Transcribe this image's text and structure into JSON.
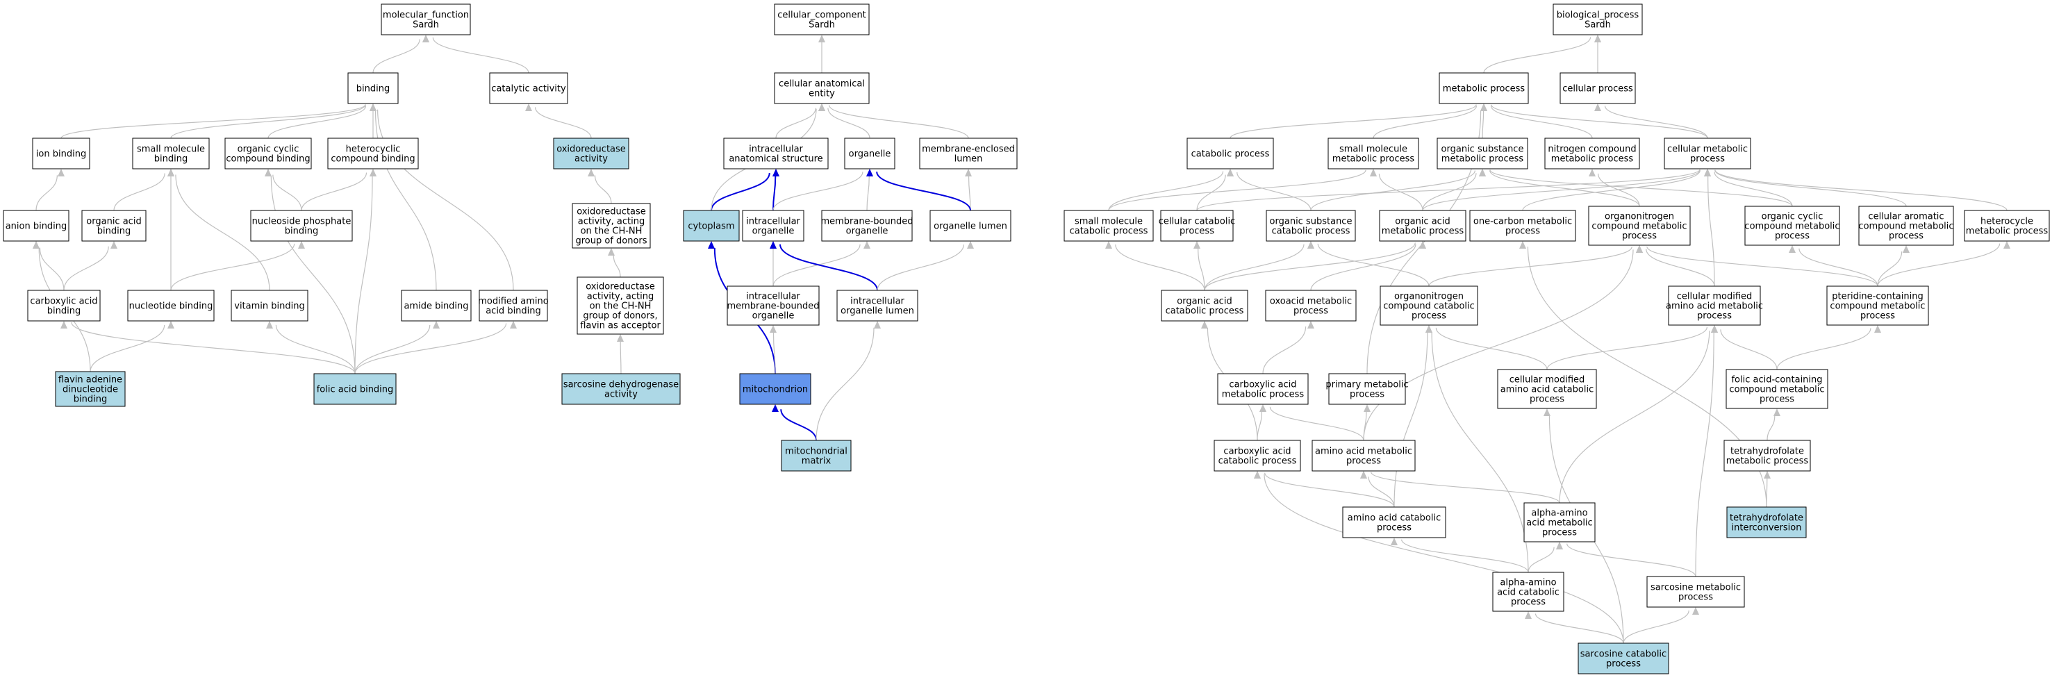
{
  "colors": {
    "default_fill": "#ffffff",
    "query_fill": "#add8e6",
    "focus_fill": "#6495ed",
    "edge": "#c0c0c0",
    "highlight_edge": "#0000dd"
  },
  "nodes": [
    {
      "id": "mf",
      "lines": [
        "molecular_function",
        "Sardh"
      ],
      "style": "default"
    },
    {
      "id": "binding",
      "lines": [
        "binding"
      ],
      "style": "default"
    },
    {
      "id": "catact",
      "lines": [
        "catalytic activity"
      ],
      "style": "default"
    },
    {
      "id": "ionb",
      "lines": [
        "ion binding"
      ],
      "style": "default"
    },
    {
      "id": "smb",
      "lines": [
        "small molecule",
        "binding"
      ],
      "style": "default"
    },
    {
      "id": "occb",
      "lines": [
        "organic cyclic",
        "compound binding"
      ],
      "style": "default"
    },
    {
      "id": "hcb",
      "lines": [
        "heterocyclic",
        "compound binding"
      ],
      "style": "default"
    },
    {
      "id": "oxred",
      "lines": [
        "oxidoreductase",
        "activity"
      ],
      "style": "query"
    },
    {
      "id": "anionb",
      "lines": [
        "anion binding"
      ],
      "style": "default"
    },
    {
      "id": "oab",
      "lines": [
        "organic acid",
        "binding"
      ],
      "style": "default"
    },
    {
      "id": "npb",
      "lines": [
        "nucleoside phosphate",
        "binding"
      ],
      "style": "default"
    },
    {
      "id": "oxch",
      "lines": [
        "oxidoreductase",
        "activity, acting",
        "on the CH-NH",
        "group of donors"
      ],
      "style": "default"
    },
    {
      "id": "cab",
      "lines": [
        "carboxylic acid",
        "binding"
      ],
      "style": "default"
    },
    {
      "id": "nucb",
      "lines": [
        "nucleotide binding"
      ],
      "style": "default"
    },
    {
      "id": "vitb",
      "lines": [
        "vitamin binding"
      ],
      "style": "default"
    },
    {
      "id": "amideb",
      "lines": [
        "amide binding"
      ],
      "style": "default"
    },
    {
      "id": "modaab",
      "lines": [
        "modified amino",
        "acid binding"
      ],
      "style": "default"
    },
    {
      "id": "oxflav",
      "lines": [
        "oxidoreductase",
        "activity, acting",
        "on the CH-NH",
        "group of donors,",
        "flavin as acceptor"
      ],
      "style": "default"
    },
    {
      "id": "fadb",
      "lines": [
        "flavin adenine",
        "dinucleotide",
        "binding"
      ],
      "style": "query"
    },
    {
      "id": "folb",
      "lines": [
        "folic acid binding"
      ],
      "style": "query"
    },
    {
      "id": "sdh",
      "lines": [
        "sarcosine dehydrogenase",
        "activity"
      ],
      "style": "query"
    },
    {
      "id": "cc",
      "lines": [
        "cellular_component",
        "Sardh"
      ],
      "style": "default"
    },
    {
      "id": "cae",
      "lines": [
        "cellular anatomical",
        "entity"
      ],
      "style": "default"
    },
    {
      "id": "ias",
      "lines": [
        "intracellular",
        "anatomical structure"
      ],
      "style": "default"
    },
    {
      "id": "organelle",
      "lines": [
        "organelle"
      ],
      "style": "default"
    },
    {
      "id": "mel",
      "lines": [
        "membrane-enclosed",
        "lumen"
      ],
      "style": "default"
    },
    {
      "id": "cyto",
      "lines": [
        "cytoplasm"
      ],
      "style": "query"
    },
    {
      "id": "io",
      "lines": [
        "intracellular",
        "organelle"
      ],
      "style": "default"
    },
    {
      "id": "mbo",
      "lines": [
        "membrane-bounded",
        "organelle"
      ],
      "style": "default"
    },
    {
      "id": "ol",
      "lines": [
        "organelle lumen"
      ],
      "style": "default"
    },
    {
      "id": "imbo",
      "lines": [
        "intracellular",
        "membrane-bounded",
        "organelle"
      ],
      "style": "default"
    },
    {
      "id": "iol",
      "lines": [
        "intracellular",
        "organelle lumen"
      ],
      "style": "default"
    },
    {
      "id": "mito",
      "lines": [
        "mitochondrion"
      ],
      "style": "focus"
    },
    {
      "id": "mm",
      "lines": [
        "mitochondrial",
        "matrix"
      ],
      "style": "query"
    },
    {
      "id": "bp",
      "lines": [
        "biological_process",
        "Sardh"
      ],
      "style": "default"
    },
    {
      "id": "mp",
      "lines": [
        "metabolic process"
      ],
      "style": "default"
    },
    {
      "id": "cp",
      "lines": [
        "cellular process"
      ],
      "style": "default"
    },
    {
      "id": "catp",
      "lines": [
        "catabolic process"
      ],
      "style": "default"
    },
    {
      "id": "smmp",
      "lines": [
        "small molecule",
        "metabolic process"
      ],
      "style": "default"
    },
    {
      "id": "osmp",
      "lines": [
        "organic substance",
        "metabolic process"
      ],
      "style": "default"
    },
    {
      "id": "ncmp",
      "lines": [
        "nitrogen compound",
        "metabolic process"
      ],
      "style": "default"
    },
    {
      "id": "cmp",
      "lines": [
        "cellular metabolic",
        "process"
      ],
      "style": "default"
    },
    {
      "id": "smcp",
      "lines": [
        "small molecule",
        "catabolic process"
      ],
      "style": "default"
    },
    {
      "id": "ccp",
      "lines": [
        "cellular catabolic",
        "process"
      ],
      "style": "default"
    },
    {
      "id": "oscp",
      "lines": [
        "organic substance",
        "catabolic process"
      ],
      "style": "default"
    },
    {
      "id": "oamp",
      "lines": [
        "organic acid",
        "metabolic process"
      ],
      "style": "default"
    },
    {
      "id": "ocmp",
      "lines": [
        "one-carbon metabolic",
        "process"
      ],
      "style": "default"
    },
    {
      "id": "oncmp",
      "lines": [
        "organonitrogen",
        "compound metabolic",
        "process"
      ],
      "style": "default"
    },
    {
      "id": "occmp",
      "lines": [
        "organic cyclic",
        "compound metabolic",
        "process"
      ],
      "style": "default"
    },
    {
      "id": "cacmp",
      "lines": [
        "cellular aromatic",
        "compound metabolic",
        "process"
      ],
      "style": "default"
    },
    {
      "id": "hmp",
      "lines": [
        "heterocycle",
        "metabolic process"
      ],
      "style": "default"
    },
    {
      "id": "oacp",
      "lines": [
        "organic acid",
        "catabolic process"
      ],
      "style": "default"
    },
    {
      "id": "oxamp",
      "lines": [
        "oxoacid metabolic",
        "process"
      ],
      "style": "default"
    },
    {
      "id": "onccp",
      "lines": [
        "organonitrogen",
        "compound catabolic",
        "process"
      ],
      "style": "default"
    },
    {
      "id": "cmaamp",
      "lines": [
        "cellular modified",
        "amino acid metabolic",
        "process"
      ],
      "style": "default"
    },
    {
      "id": "pcmp",
      "lines": [
        "pteridine-containing",
        "compound metabolic",
        "process"
      ],
      "style": "default"
    },
    {
      "id": "carbmp",
      "lines": [
        "carboxylic acid",
        "metabolic process"
      ],
      "style": "default"
    },
    {
      "id": "pmp",
      "lines": [
        "primary metabolic",
        "process"
      ],
      "style": "default"
    },
    {
      "id": "cmaacp",
      "lines": [
        "cellular modified",
        "amino acid catabolic",
        "process"
      ],
      "style": "default"
    },
    {
      "id": "facmp",
      "lines": [
        "folic acid-containing",
        "compound metabolic",
        "process"
      ],
      "style": "default"
    },
    {
      "id": "carbcp",
      "lines": [
        "carboxylic acid",
        "catabolic process"
      ],
      "style": "default"
    },
    {
      "id": "aamp",
      "lines": [
        "amino acid metabolic",
        "process"
      ],
      "style": "default"
    },
    {
      "id": "thfmp",
      "lines": [
        "tetrahydrofolate",
        "metabolic process"
      ],
      "style": "default"
    },
    {
      "id": "aacp",
      "lines": [
        "amino acid catabolic",
        "process"
      ],
      "style": "default"
    },
    {
      "id": "alaamp",
      "lines": [
        "alpha-amino",
        "acid metabolic",
        "process"
      ],
      "style": "default"
    },
    {
      "id": "thfi",
      "lines": [
        "tetrahydrofolate",
        "interconversion"
      ],
      "style": "query"
    },
    {
      "id": "alaacp",
      "lines": [
        "alpha-amino",
        "acid catabolic",
        "process"
      ],
      "style": "default"
    },
    {
      "id": "sarmp",
      "lines": [
        "sarcosine metabolic",
        "process"
      ],
      "style": "default"
    },
    {
      "id": "sarcp",
      "lines": [
        "sarcosine catabolic",
        "process"
      ],
      "style": "query"
    }
  ],
  "edges": [
    [
      "binding",
      "mf"
    ],
    [
      "catact",
      "mf"
    ],
    [
      "ionb",
      "binding"
    ],
    [
      "smb",
      "binding"
    ],
    [
      "occb",
      "binding"
    ],
    [
      "hcb",
      "binding"
    ],
    [
      "oxred",
      "catact"
    ],
    [
      "anionb",
      "ionb"
    ],
    [
      "oab",
      "smb"
    ],
    [
      "npb",
      "occb"
    ],
    [
      "npb",
      "hcb"
    ],
    [
      "oxch",
      "oxred"
    ],
    [
      "cab",
      "anionb"
    ],
    [
      "cab",
      "oab"
    ],
    [
      "nucb",
      "smb"
    ],
    [
      "nucb",
      "npb"
    ],
    [
      "vitb",
      "smb"
    ],
    [
      "amideb",
      "binding"
    ],
    [
      "modaab",
      "binding"
    ],
    [
      "oxflav",
      "oxch"
    ],
    [
      "fadb",
      "anionb"
    ],
    [
      "fadb",
      "nucb"
    ],
    [
      "folb",
      "cab"
    ],
    [
      "folb",
      "vitb"
    ],
    [
      "folb",
      "amideb"
    ],
    [
      "folb",
      "modaab"
    ],
    [
      "folb",
      "occb"
    ],
    [
      "folb",
      "hcb"
    ],
    [
      "sdh",
      "oxflav"
    ],
    [
      "cae",
      "cc"
    ],
    [
      "ias",
      "cae"
    ],
    [
      "organelle",
      "cae"
    ],
    [
      "mel",
      "cae"
    ],
    [
      "cyto",
      "ias",
      "hl"
    ],
    [
      "cyto",
      "cae"
    ],
    [
      "io",
      "ias",
      "hl"
    ],
    [
      "io",
      "organelle"
    ],
    [
      "mbo",
      "organelle"
    ],
    [
      "ol",
      "mel"
    ],
    [
      "ol",
      "organelle",
      "hl"
    ],
    [
      "imbo",
      "io"
    ],
    [
      "imbo",
      "mbo"
    ],
    [
      "iol",
      "io",
      "hl"
    ],
    [
      "iol",
      "ol"
    ],
    [
      "mito",
      "cyto",
      "hl"
    ],
    [
      "mito",
      "imbo"
    ],
    [
      "mm",
      "mito",
      "hl"
    ],
    [
      "mm",
      "iol"
    ],
    [
      "mp",
      "bp"
    ],
    [
      "cp",
      "bp"
    ],
    [
      "catp",
      "mp"
    ],
    [
      "smmp",
      "mp"
    ],
    [
      "osmp",
      "mp"
    ],
    [
      "ncmp",
      "mp"
    ],
    [
      "cmp",
      "mp"
    ],
    [
      "cmp",
      "cp"
    ],
    [
      "smcp",
      "catp"
    ],
    [
      "smcp",
      "smmp"
    ],
    [
      "ccp",
      "catp"
    ],
    [
      "ccp",
      "cmp"
    ],
    [
      "oscp",
      "catp"
    ],
    [
      "oscp",
      "osmp"
    ],
    [
      "oamp",
      "smmp"
    ],
    [
      "oamp",
      "cmp"
    ],
    [
      "oamp",
      "osmp"
    ],
    [
      "ocmp",
      "cmp"
    ],
    [
      "oncmp",
      "ncmp"
    ],
    [
      "oncmp",
      "osmp"
    ],
    [
      "occmp",
      "osmp"
    ],
    [
      "occmp",
      "cmp"
    ],
    [
      "cacmp",
      "cmp"
    ],
    [
      "hmp",
      "cmp"
    ],
    [
      "oacp",
      "smcp"
    ],
    [
      "oacp",
      "oamp"
    ],
    [
      "oacp",
      "oscp"
    ],
    [
      "oacp",
      "ccp"
    ],
    [
      "oxamp",
      "oamp"
    ],
    [
      "onccp",
      "oncmp"
    ],
    [
      "onccp",
      "oscp"
    ],
    [
      "cmaamp",
      "oncmp"
    ],
    [
      "cmaamp",
      "cmp"
    ],
    [
      "pcmp",
      "occmp"
    ],
    [
      "pcmp",
      "cacmp"
    ],
    [
      "pcmp",
      "hmp"
    ],
    [
      "pcmp",
      "oncmp"
    ],
    [
      "carbmp",
      "oxamp"
    ],
    [
      "pmp",
      "mp"
    ],
    [
      "cmaacp",
      "cmaamp"
    ],
    [
      "cmaacp",
      "onccp"
    ],
    [
      "facmp",
      "pcmp"
    ],
    [
      "facmp",
      "cmaamp"
    ],
    [
      "carbcp",
      "carbmp"
    ],
    [
      "carbcp",
      "oacp"
    ],
    [
      "aamp",
      "carbmp"
    ],
    [
      "aamp",
      "pmp"
    ],
    [
      "aamp",
      "oncmp"
    ],
    [
      "thfmp",
      "facmp"
    ],
    [
      "aacp",
      "carbcp"
    ],
    [
      "aacp",
      "aamp"
    ],
    [
      "aacp",
      "onccp"
    ],
    [
      "alaamp",
      "aamp"
    ],
    [
      "alaamp",
      "cmaamp"
    ],
    [
      "thfi",
      "thfmp"
    ],
    [
      "thfi",
      "ocmp"
    ],
    [
      "alaacp",
      "alaamp"
    ],
    [
      "alaacp",
      "aacp"
    ],
    [
      "alaacp",
      "onccp"
    ],
    [
      "sarmp",
      "alaamp"
    ],
    [
      "sarmp",
      "cmaamp"
    ],
    [
      "sarcp",
      "alaacp"
    ],
    [
      "sarcp",
      "sarmp"
    ],
    [
      "sarcp",
      "carbcp"
    ],
    [
      "sarcp",
      "cmaacp"
    ]
  ]
}
